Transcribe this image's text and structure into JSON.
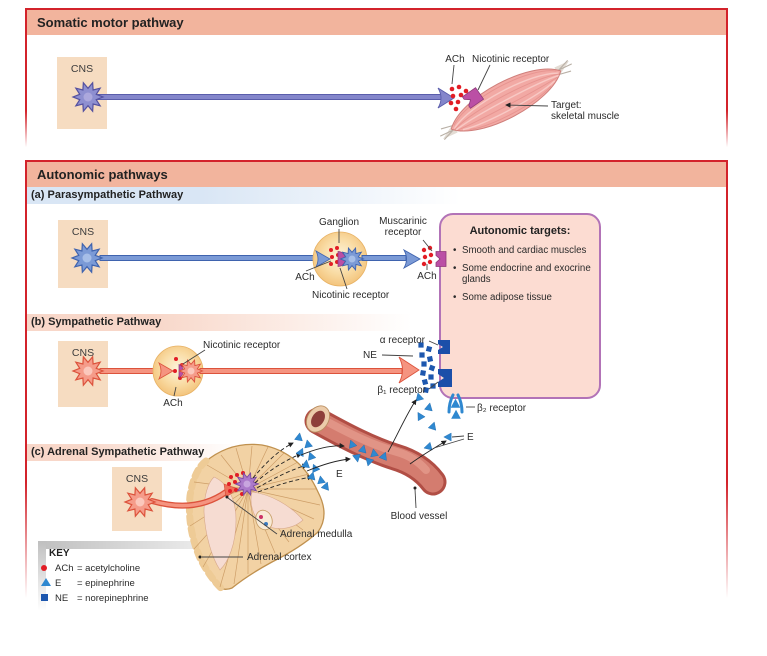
{
  "somatic_panel": {
    "title": "Somatic motor pathway",
    "cns_label": "CNS",
    "labels": {
      "ach": "ACh",
      "nicotinic_receptor": "Nicotinic receptor",
      "target_line1": "Target:",
      "target_line2": "skeletal muscle"
    }
  },
  "autonomic_panel": {
    "title": "Autonomic pathways",
    "sections": {
      "a": {
        "heading": "(a) Parasympathetic Pathway",
        "cns_label": "CNS",
        "ganglion": "Ganglion",
        "muscarinic_receptor": "Muscarinic receptor",
        "ach_ganglion": "ACh",
        "nicotinic_receptor": "Nicotinic receptor",
        "ach_terminal": "ACh"
      },
      "b": {
        "heading": "(b) Sympathetic Pathway",
        "cns_label": "CNS",
        "nicotinic_receptor": "Nicotinic receptor",
        "ach": "ACh",
        "alpha_receptor": "α receptor",
        "ne": "NE",
        "beta1_receptor": "β₁ receptor",
        "beta2_receptor": "β₂ receptor",
        "e": "E"
      },
      "c": {
        "heading": "(c) Adrenal Sympathetic Pathway",
        "cns_label": "CNS",
        "e": "E",
        "adrenal_medulla": "Adrenal medulla",
        "adrenal_cortex": "Adrenal cortex",
        "blood_vessel": "Blood vessel"
      }
    },
    "targets_box": {
      "title": "Autonomic targets:",
      "bullets": [
        "Smooth and cardiac muscles",
        "Some endocrine and exocrine glands",
        "Some adipose tissue"
      ]
    },
    "key": {
      "title": "KEY",
      "items": [
        {
          "symbol": "red-dot",
          "abbr": "ACh",
          "definition": "= acetylcholine"
        },
        {
          "symbol": "blue-triangle",
          "abbr": "E",
          "definition": "= epinephrine"
        },
        {
          "symbol": "blue-square",
          "abbr": "NE",
          "definition": "= norepinephrine"
        }
      ]
    }
  },
  "palette": {
    "panel_border_red": "#d3232b",
    "panel_header_salmon": "#f2b49d",
    "parasympathetic_bar_blue": "#d9e6f5",
    "sympathetic_bar_pink": "#f8d7c9",
    "cns_box_tan": "#f6dcc1",
    "somatic_axon_purple": "#8486cb",
    "parasympathetic_axon_blue": "#7b9ad6",
    "sympathetic_axon_salmon": "#f59480",
    "acetylcholine_red": "#e21d25",
    "receptor_magenta": "#bb4fa5",
    "norepinephrine_blue": "#1d57ae",
    "epinephrine_blue": "#2f88d0",
    "targets_box_pink": "#fcdcd2",
    "targets_box_border_purple": "#b273b7"
  }
}
